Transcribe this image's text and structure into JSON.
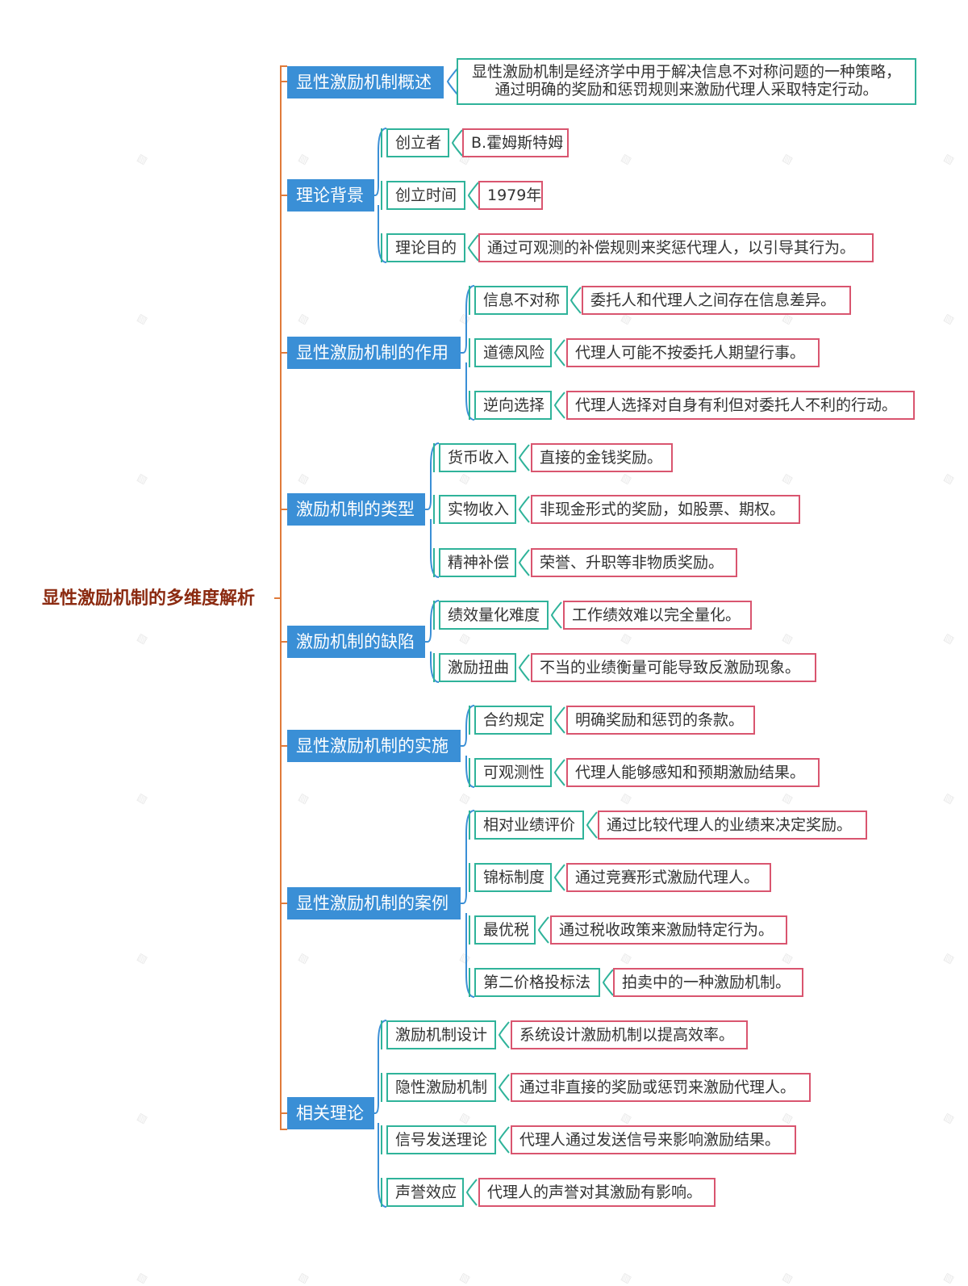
{
  "root": "显性激励机制的多维度解析",
  "overview": {
    "title": "显性激励机制概述",
    "text_lines": [
      "显性激励机制是经济学中用于解决信息不对称问题的一种策略，",
      "通过明确的奖励和惩罚规则来激励代理人采取特定行动。"
    ]
  },
  "categories": [
    {
      "title": "理论背景",
      "items": [
        {
          "label": "创立者",
          "value": "B.霍姆斯特姆"
        },
        {
          "label": "创立时间",
          "value": "1979年"
        },
        {
          "label": "理论目的",
          "value": "通过可观测的补偿规则来奖惩代理人，以引导其行为。"
        }
      ]
    },
    {
      "title": "显性激励机制的作用",
      "items": [
        {
          "label": "信息不对称",
          "value": "委托人和代理人之间存在信息差异。"
        },
        {
          "label": "道德风险",
          "value": "代理人可能不按委托人期望行事。"
        },
        {
          "label": "逆向选择",
          "value": "代理人选择对自身有利但对委托人不利的行动。"
        }
      ]
    },
    {
      "title": "激励机制的类型",
      "items": [
        {
          "label": "货币收入",
          "value": "直接的金钱奖励。"
        },
        {
          "label": "实物收入",
          "value": "非现金形式的奖励，如股票、期权。"
        },
        {
          "label": "精神补偿",
          "value": "荣誉、升职等非物质奖励。"
        }
      ]
    },
    {
      "title": "激励机制的缺陷",
      "items": [
        {
          "label": "绩效量化难度",
          "value": "工作绩效难以完全量化。"
        },
        {
          "label": "激励扭曲",
          "value": "不当的业绩衡量可能导致反激励现象。"
        }
      ]
    },
    {
      "title": "显性激励机制的实施",
      "items": [
        {
          "label": "合约规定",
          "value": "明确奖励和惩罚的条款。"
        },
        {
          "label": "可观测性",
          "value": "代理人能够感知和预期激励结果。"
        }
      ]
    },
    {
      "title": "显性激励机制的案例",
      "items": [
        {
          "label": "相对业绩评价",
          "value": "通过比较代理人的业绩来决定奖励。"
        },
        {
          "label": "锦标制度",
          "value": "通过竞赛形式激励代理人。"
        },
        {
          "label": "最优税",
          "value": "通过税收政策来激励特定行为。"
        },
        {
          "label": "第二价格投标法",
          "value": "拍卖中的一种激励机制。"
        }
      ]
    },
    {
      "title": "相关理论",
      "items": [
        {
          "label": "激励机制设计",
          "value": "系统设计激励机制以提高效率。"
        },
        {
          "label": "隐性激励机制",
          "value": "通过非直接的奖励或惩罚来激励代理人。"
        },
        {
          "label": "信号发送理论",
          "value": "代理人通过发送信号来影响激励结果。"
        },
        {
          "label": "声誉效应",
          "value": "代理人的声誉对其激励有影响。"
        }
      ]
    }
  ],
  "colors": {
    "root_text": "#8b2a10",
    "root_connector": "#e07b3a",
    "category_fill": "#3a8fd6",
    "sub_border": "#2fb39a",
    "leaf_border": "#d9556f"
  }
}
